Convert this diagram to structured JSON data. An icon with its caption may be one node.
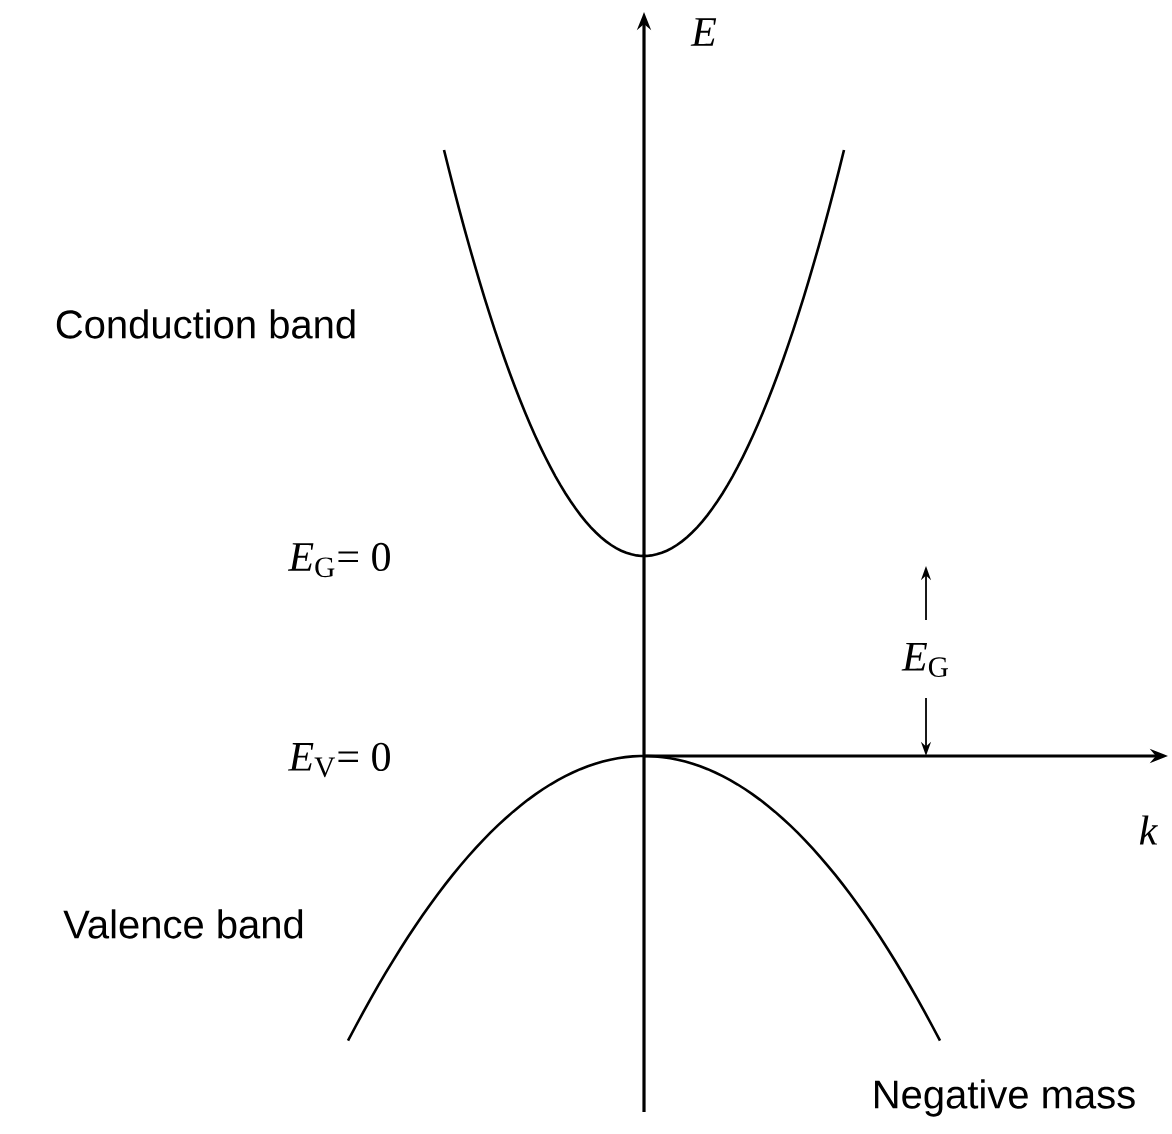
{
  "diagram": {
    "labels": [
      "E",
      "Conduction band",
      "*E*$_{G}$= 0",
      "*E*$_{G}$",
      "*E*$_{V}$= 0",
      "k",
      "Valence band",
      "Negative mass"
    ]
  }
}
